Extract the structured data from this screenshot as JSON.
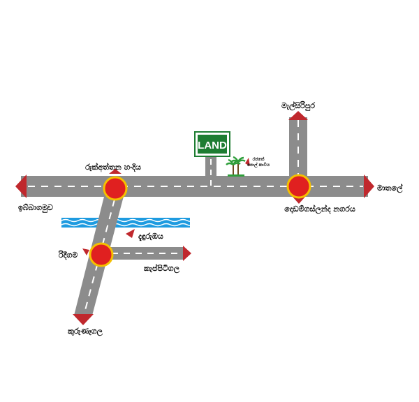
{
  "map": {
    "land_sign": "LAND",
    "places": {
      "west_end": "ඉබ්බාගමුව",
      "east_end": "මාතලේ",
      "north_end": "මැල්සිරිපුර",
      "south_end": "කුරුණෑගල",
      "junction_top_left": "රුක්අත්තන හංදිය",
      "junction_right": "දොඩම්ගස්ලන්ද නගරය",
      "junction_middle": "රිදීගම",
      "branch_east": "කැප්පිටිගල",
      "stream_label": "දැඳුරුඔය",
      "small_label_line1": "රජතේ",
      "small_label_line2": "පොල් කාවිය"
    },
    "colors": {
      "road": "#8c8c8c",
      "marker": "#e02020",
      "marker_ring": "#f5c000",
      "arrow": "#c0282d",
      "land_sign": "#1e7d32",
      "water": "#1e9be0"
    }
  }
}
